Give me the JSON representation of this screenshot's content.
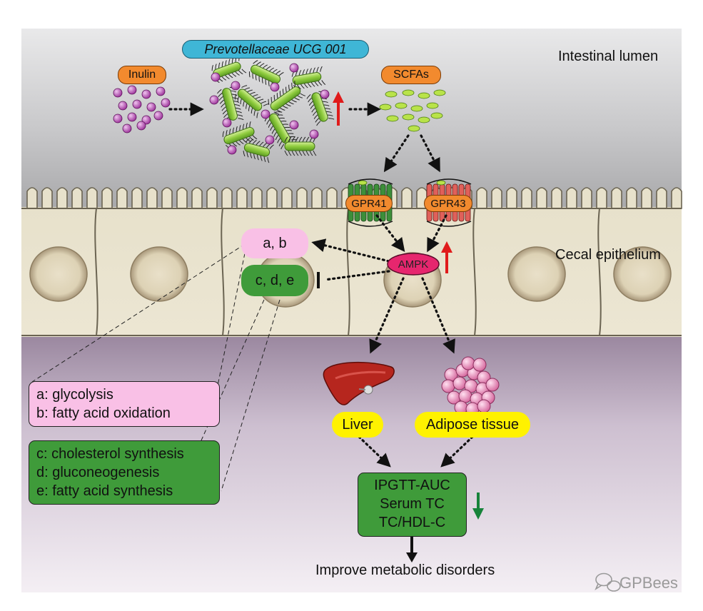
{
  "regions": {
    "lumen_label": "Intestinal lumen",
    "epithelium_label": "Cecal epithelium"
  },
  "bacteria": {
    "name": "Prevotellaceae UCG 001",
    "abundance_arrow": "up"
  },
  "inputs": {
    "inulin": "Inulin",
    "scfas": "SCFAs"
  },
  "receptors": {
    "gpr41": "GPR41",
    "gpr43": "GPR43"
  },
  "signal": {
    "ampk": "AMPK",
    "ampk_arrow": "up"
  },
  "effects": {
    "promoted": "a, b",
    "inhibited": "c, d, e"
  },
  "key_promoted": [
    "a: glycolysis",
    "b: fatty acid oxidation"
  ],
  "key_inhibited": [
    "c: cholesterol synthesis",
    "d: gluconeogenesis",
    "e: fatty acid synthesis"
  ],
  "tissues": {
    "liver": "Liver",
    "adipose": "Adipose tissue"
  },
  "outcomes": {
    "items": [
      "IPGTT-AUC",
      "Serum TC",
      "TC/HDL-C"
    ],
    "arrow": "down"
  },
  "conclusion": "Improve metabolic disorders",
  "watermark": "GPBees",
  "colors": {
    "orange_label": "#f28a2e",
    "blue_label": "#3fb6d6",
    "yellow_label": "#fff200",
    "pink": "#f9c0e6",
    "green": "#3f9b3a",
    "ampk": "#e6266e",
    "up_arrow": "#e01b1b",
    "down_arrow": "#17833a",
    "cell": "#ece6d2",
    "submucosa": "#9e8ca6"
  }
}
